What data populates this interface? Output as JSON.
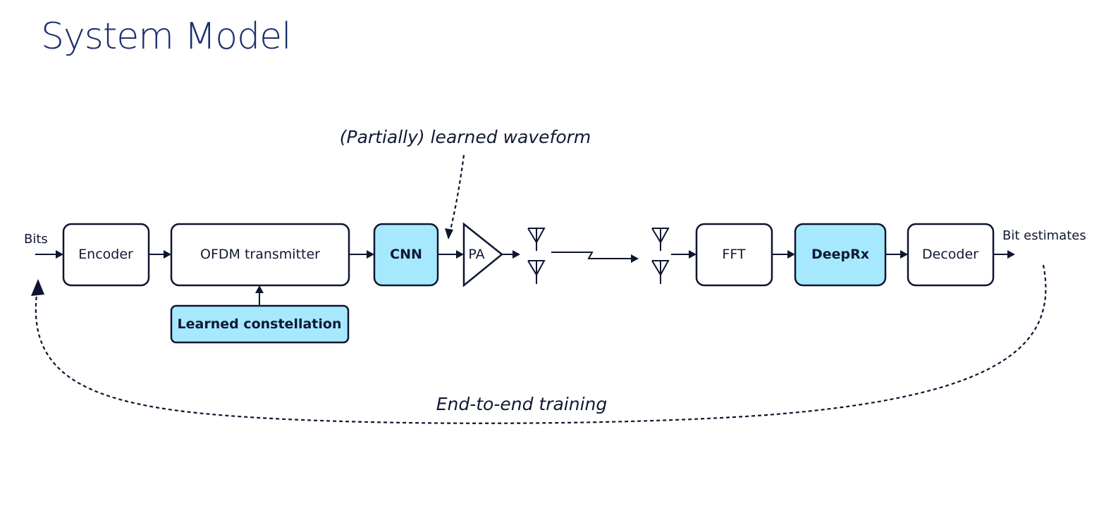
{
  "title": "System Model",
  "labels": {
    "bits": "Bits",
    "bit_estimates": "Bit estimates",
    "waveform_note": "(Partially) learned waveform",
    "training_note": "End-to-end training"
  },
  "blocks": {
    "encoder": "Encoder",
    "ofdm_tx": "OFDM transmitter",
    "constellation": "Learned constellation",
    "cnn": "CNN",
    "pa": "PA",
    "fft": "FFT",
    "deeprx": "DeepRx",
    "decoder": "Decoder"
  },
  "colors": {
    "highlight": "#a6e9ff",
    "stroke": "#0d1530",
    "title": "#1c2f6e"
  }
}
